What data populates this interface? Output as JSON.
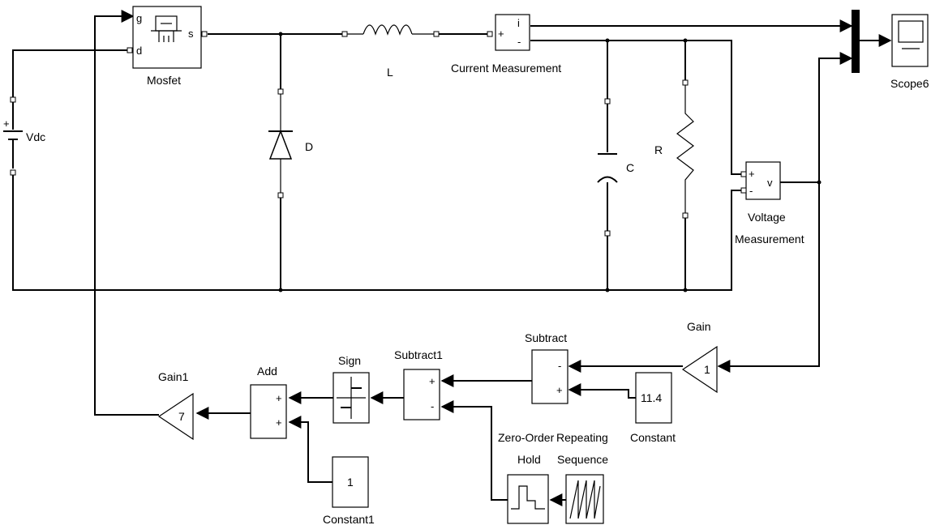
{
  "blocks": {
    "mosfet": {
      "label": "Mosfet",
      "ports": {
        "g": "g",
        "d": "d",
        "s": "s"
      }
    },
    "inductor": {
      "label": "L"
    },
    "current_meas": {
      "label": "Current Measurement",
      "ports": {
        "plus": "+",
        "minus": "-",
        "i": "i"
      }
    },
    "scope": {
      "label": "Scope6"
    },
    "vdc": {
      "label": "Vdc",
      "plus": "+"
    },
    "diode": {
      "label": "D"
    },
    "capacitor": {
      "label": "C"
    },
    "resistor": {
      "label": "R"
    },
    "voltage_meas": {
      "label_line1": "Voltage",
      "label_line2": "Measurement",
      "ports": {
        "plus": "+",
        "minus": "-",
        "v": "v"
      }
    },
    "gain": {
      "label": "Gain",
      "value": "1"
    },
    "subtract": {
      "label": "Subtract",
      "signs": {
        "top": "-",
        "bottom": "+"
      }
    },
    "constant": {
      "label": "Constant",
      "value": "11.4"
    },
    "subtract1": {
      "label": "Subtract1",
      "signs": {
        "top": "+",
        "bottom": "-"
      }
    },
    "sign": {
      "label": "Sign"
    },
    "add": {
      "label": "Add",
      "signs": {
        "top": "+",
        "bottom": "+"
      }
    },
    "gain1": {
      "label": "Gain1",
      "value": "7"
    },
    "zoh": {
      "label_line1": "Zero-Order",
      "label_line2": "Hold"
    },
    "repeating": {
      "label_line1": "Repeating",
      "label_line2": "Sequence"
    },
    "constant1": {
      "label": "Constant1",
      "value": "1"
    }
  }
}
